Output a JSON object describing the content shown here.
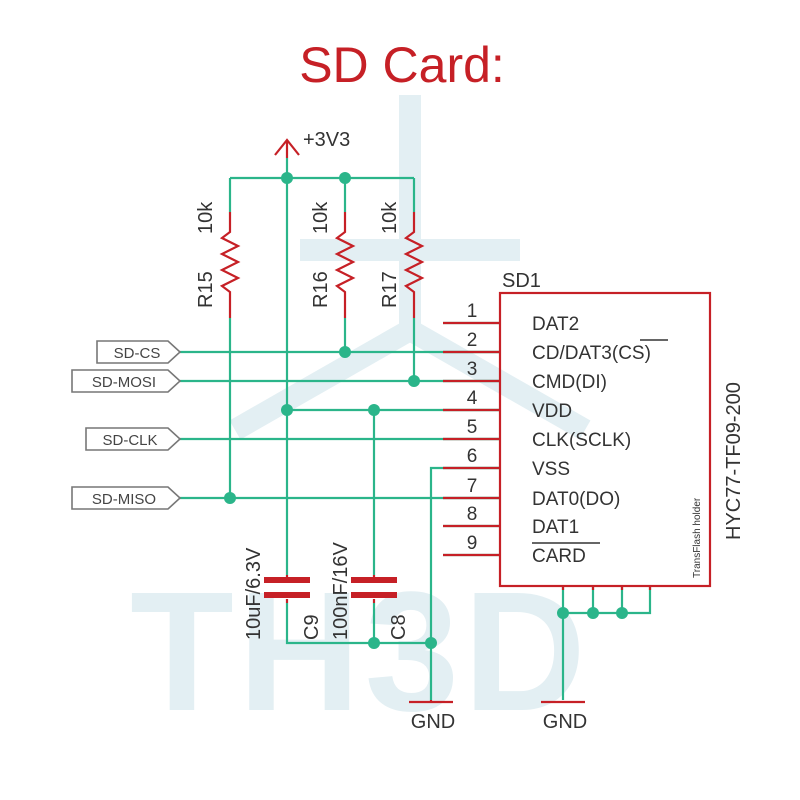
{
  "title": "SD Card:",
  "watermark": "TH3D",
  "power": {
    "label": "+3V3"
  },
  "ground": [
    {
      "label": "GND"
    },
    {
      "label": "GND"
    }
  ],
  "resistors": [
    {
      "ref": "R15",
      "value": "10k"
    },
    {
      "ref": "R16",
      "value": "10k"
    },
    {
      "ref": "R17",
      "value": "10k"
    }
  ],
  "capacitors": [
    {
      "ref": "C9",
      "value": "10uF/6.3V"
    },
    {
      "ref": "C8",
      "value": "100nF/16V"
    }
  ],
  "ports": [
    {
      "label": "SD-CS"
    },
    {
      "label": "SD-MOSI"
    },
    {
      "label": "SD-CLK"
    },
    {
      "label": "SD-MISO"
    }
  ],
  "connector": {
    "ref": "SD1",
    "part": "HYC77-TF09-200",
    "description": "TransFlash holder",
    "pins": [
      {
        "num": "1",
        "name": "DAT2"
      },
      {
        "num": "2",
        "name": "CD/DAT3(CS)"
      },
      {
        "num": "3",
        "name": "CMD(DI)"
      },
      {
        "num": "4",
        "name": "VDD"
      },
      {
        "num": "5",
        "name": "CLK(SCLK)"
      },
      {
        "num": "6",
        "name": "VSS"
      },
      {
        "num": "7",
        "name": "DAT0(DO)"
      },
      {
        "num": "8",
        "name": "DAT1"
      },
      {
        "num": "9",
        "name": "CARD"
      }
    ]
  },
  "colors": {
    "wire": "#2bb58a",
    "component": "#c62026",
    "title": "#c62026",
    "text": "#333333",
    "watermark": "#e3eff3"
  }
}
